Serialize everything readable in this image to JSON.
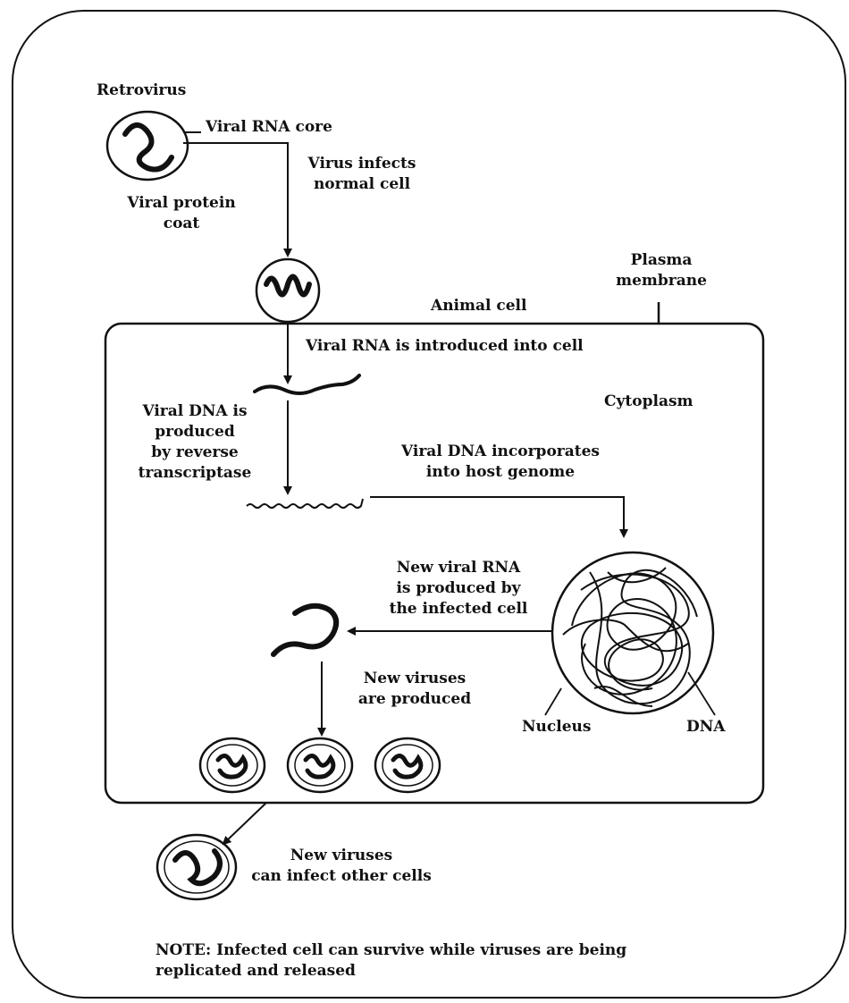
{
  "colors": {
    "ink": "#111111",
    "background": "#ffffff"
  },
  "labels": {
    "retrovirus": "Retrovirus",
    "viral_rna_core": "Viral RNA core",
    "virus_infects": "Virus infects\nnormal cell",
    "viral_protein_coat": "Viral protein\ncoat",
    "plasma_membrane": "Plasma\nmembrane",
    "animal_cell": "Animal cell",
    "rna_introduced": "Viral RNA is introduced into cell",
    "cytoplasm": "Cytoplasm",
    "dna_produced": "Viral DNA is\nproduced\nby reverse\ntranscriptase",
    "dna_incorporates": "Viral DNA incorporates\ninto host genome",
    "new_rna": "New viral RNA\nis produced by\nthe infected cell",
    "new_viruses_produced": "New viruses\nare produced",
    "nucleus": "Nucleus",
    "dna": "DNA",
    "new_viruses_infect": "New viruses\ncan infect other cells",
    "note": "NOTE: Infected cell can survive while viruses are being\nreplicated and released"
  }
}
